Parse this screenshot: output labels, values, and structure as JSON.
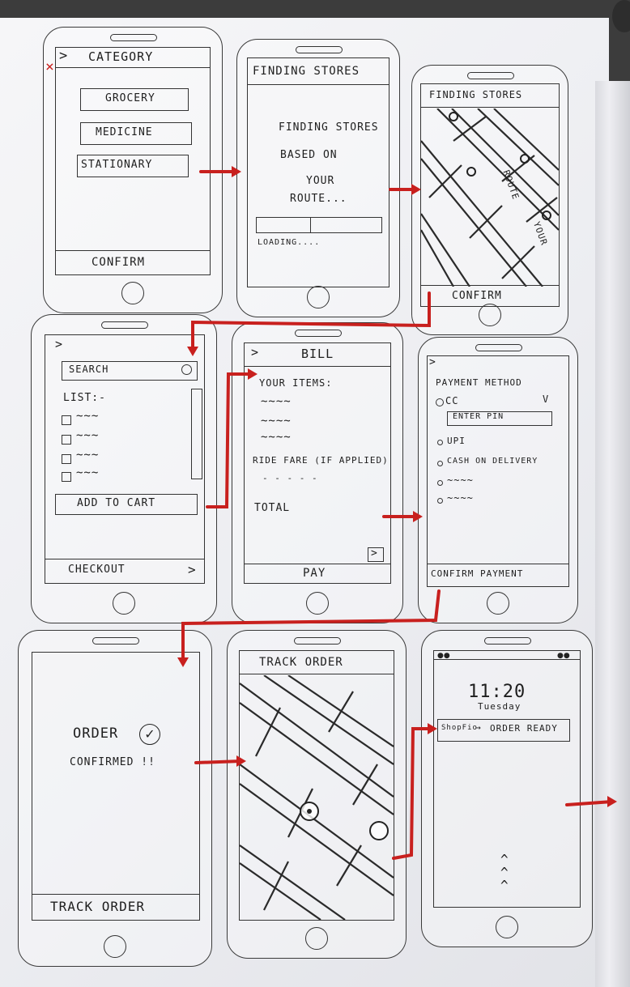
{
  "colors": {
    "paper": "#efeff3",
    "ink": "#222222",
    "arrow": "#c8201e"
  },
  "screen1": {
    "back": ">",
    "title": "CATEGORY",
    "options": [
      "GROCERY",
      "MEDICINE",
      "STATIONARY"
    ],
    "confirm": "CONFIRM"
  },
  "screen2": {
    "title": "FINDING STORES",
    "message_line1": "FINDING STORES",
    "message_line2": "BASED ON",
    "message_line3": "YOUR",
    "message_line4": "ROUTE...",
    "loading": "LOADING....",
    "progress": 0.43
  },
  "screen3": {
    "title": "FINDING STORES",
    "route_label": "ROUTE",
    "your_label": "YOUR",
    "confirm": "CONFIRM"
  },
  "screen4": {
    "back": ">",
    "search": "SEARCH",
    "list_label": "LIST:-",
    "items": [
      "~~~",
      "~~~",
      "~~~",
      "~~~"
    ],
    "add_to_cart": "ADD TO CART",
    "checkout": "CHECKOUT",
    "checkout_arrow": ">"
  },
  "screen5": {
    "back": ">",
    "title": "BILL",
    "your_items": "YOUR ITEMS:",
    "item_lines": [
      "~~~~",
      "~~~~",
      "~~~~"
    ],
    "ride_fare": "RIDE FARE (IF APPLIED)",
    "dashes": "- - - - -",
    "total": "TOTAL",
    "pay": "PAY",
    "next": ">"
  },
  "screen6": {
    "back": ">",
    "title": "PAYMENT METHOD",
    "cc": "CC",
    "pin_placeholder": "ENTER PIN",
    "upi": "UPI",
    "cod": "CASH ON DELIVERY",
    "other1": "~~~~",
    "other2": "~~~~",
    "confirm": "CONFIRM PAYMENT"
  },
  "screen7": {
    "message_line1": "ORDER",
    "message_line2": "CONFIRMED !!",
    "track": "TRACK ORDER"
  },
  "screen8": {
    "title": "TRACK ORDER"
  },
  "screen9": {
    "time": "11:20",
    "day": "Tuesday",
    "notif_app": "ShopFio",
    "notif_text": "ORDER READY",
    "swipe": "^"
  }
}
